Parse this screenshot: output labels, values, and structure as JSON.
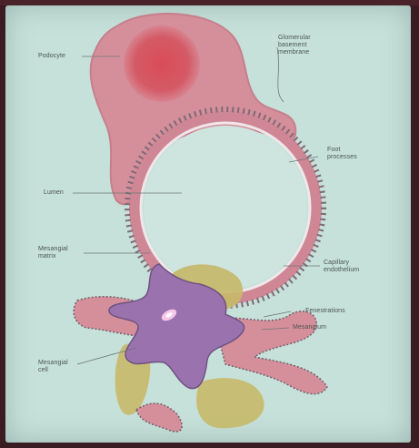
{
  "labels": {
    "podocyte": "Podocyte",
    "basement_membrane": "Glomerular\nbasement\nmembrane",
    "foot_processes": "Foot\nprocesses",
    "lumen": "Lumen",
    "mesangial_matrix": "Mesangial\nmatrix",
    "capillary_endothelium": "Capillary\nendothelium",
    "fenestrations": "Fenestrations",
    "mesangium": "Mesangium",
    "mesangial_cell": "Mesangial\ncell"
  },
  "colors": {
    "background": "#c6e1d9",
    "podocyte": "#d68b98",
    "nucleus": "#d2525e",
    "mesangial_cell": "#9a73ae",
    "matrix": "#c7b969",
    "pointer_line": "#6c7674"
  }
}
